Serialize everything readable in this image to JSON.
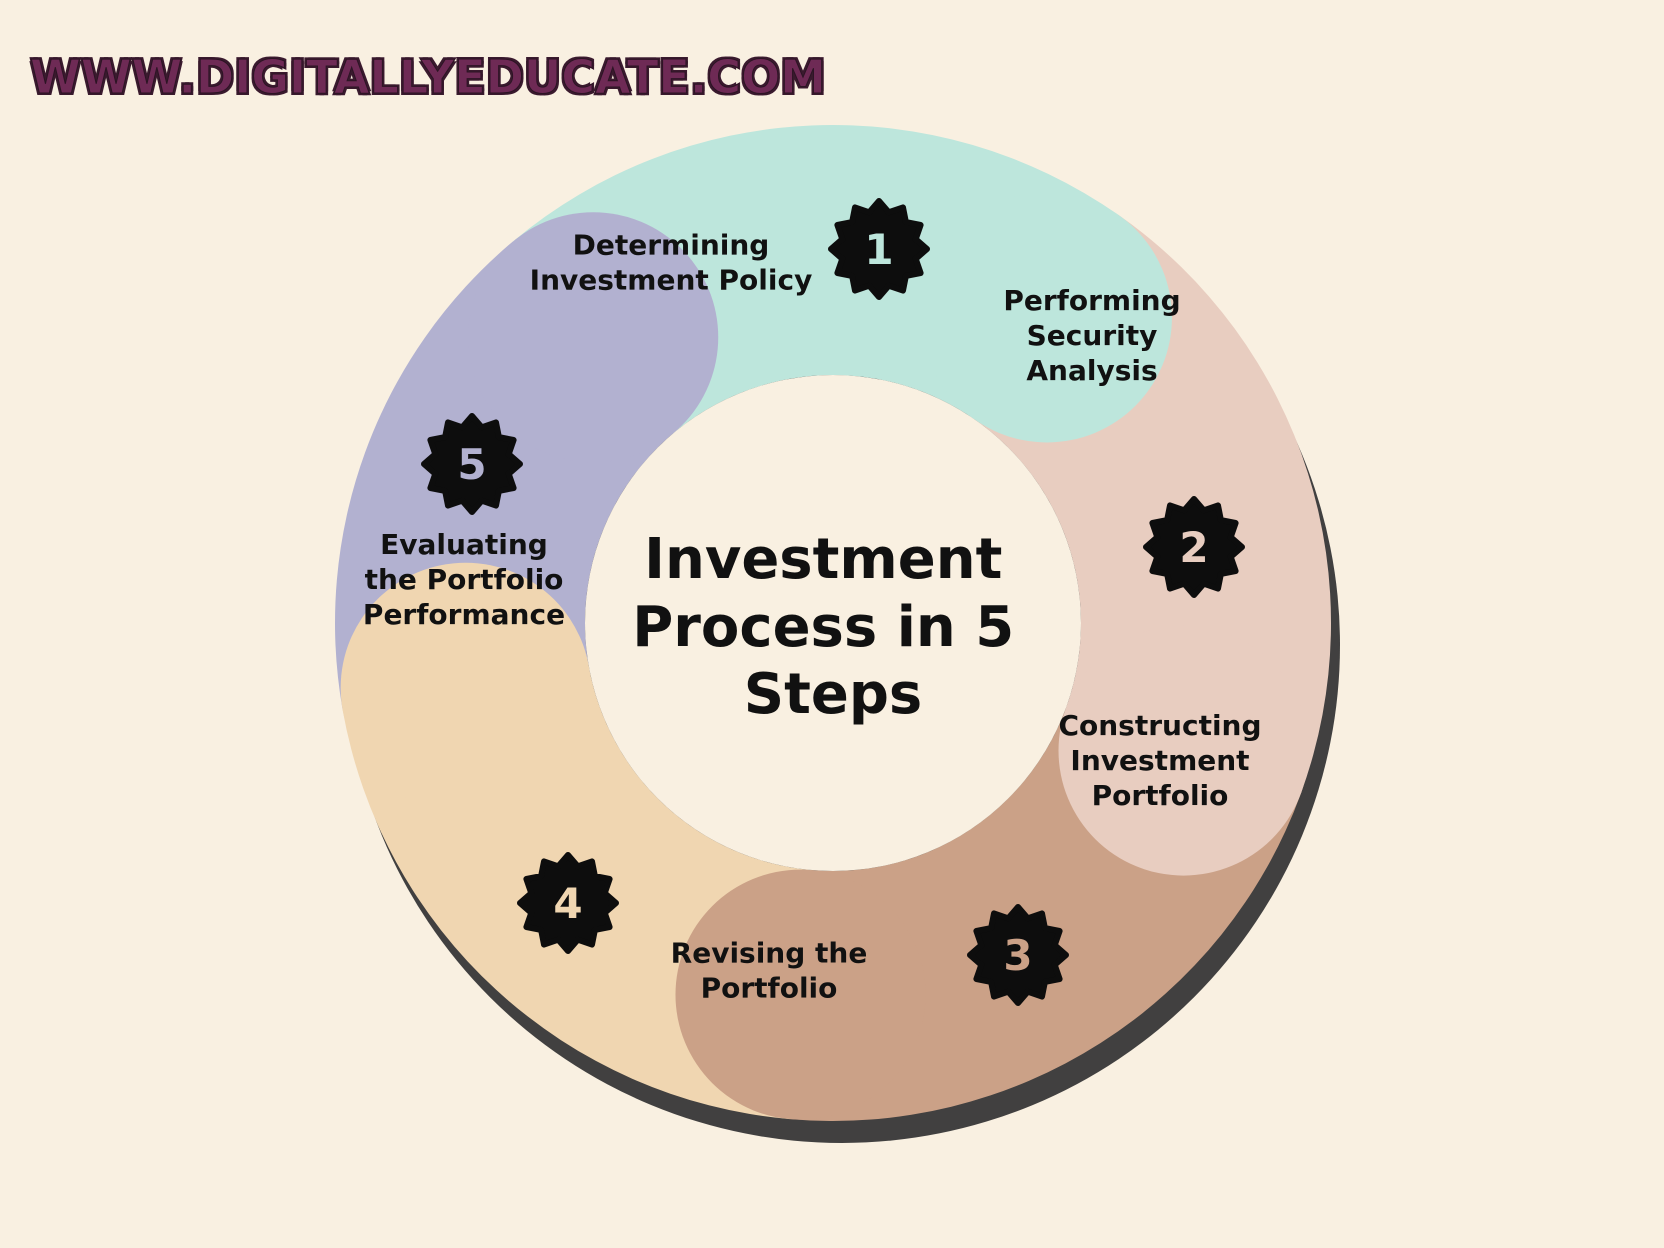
{
  "header": {
    "site_url": "WWW.DIGITALLYEDUCATE.COM"
  },
  "center": {
    "title_lines": [
      "Investment",
      "Process in 5",
      "Steps"
    ]
  },
  "steps": [
    {
      "number": "1",
      "lines": [
        "Determining",
        "Investment Policy"
      ],
      "color": "#bde6dc"
    },
    {
      "number": "2",
      "lines": [
        "Performing",
        "Security",
        "Analysis"
      ],
      "color": "#e8cdc0"
    },
    {
      "number": "3",
      "lines": [
        "Constructing",
        "Investment",
        "Portfolio"
      ],
      "color": "#cba187"
    },
    {
      "number": "4",
      "lines": [
        "Revising the",
        "Portfolio"
      ],
      "color": "#f0d6b1"
    },
    {
      "number": "5",
      "lines": [
        "Evaluating",
        "the Portfolio",
        "Performance"
      ],
      "color": "#b2b1d0"
    }
  ],
  "colors": {
    "background": "#f9f0e1",
    "shadow": "#414040",
    "badge": "#0d0d0d"
  }
}
